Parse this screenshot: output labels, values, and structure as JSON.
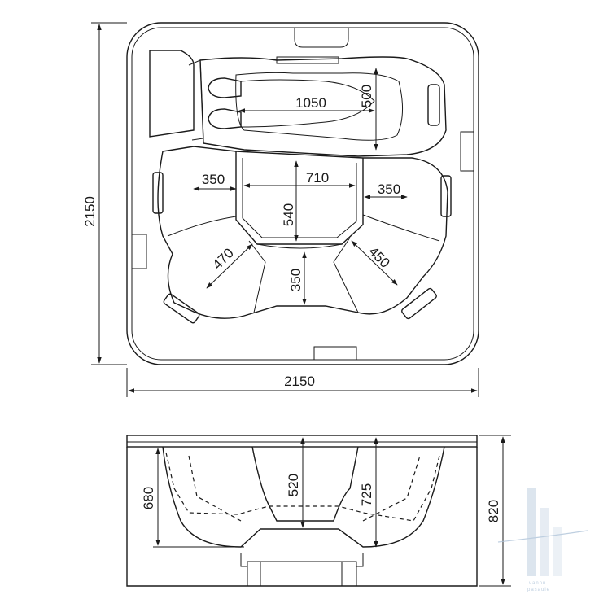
{
  "plan_view": {
    "overall_height": "2150",
    "overall_width": "2150",
    "lounger_length": "1050",
    "lounger_width": "500",
    "seat_left_width": "350",
    "center_width": "710",
    "seat_right_width": "350",
    "center_depth": "540",
    "seat_lower_left": "470",
    "seat_bottom": "350",
    "seat_lower_right": "450"
  },
  "side_view": {
    "seat_height": "680",
    "center_height": "520",
    "deep_height": "725",
    "total_height": "820"
  },
  "watermark": {
    "brand": "vannu",
    "tagline": "pasaule",
    "color": "#a9bfd6"
  }
}
